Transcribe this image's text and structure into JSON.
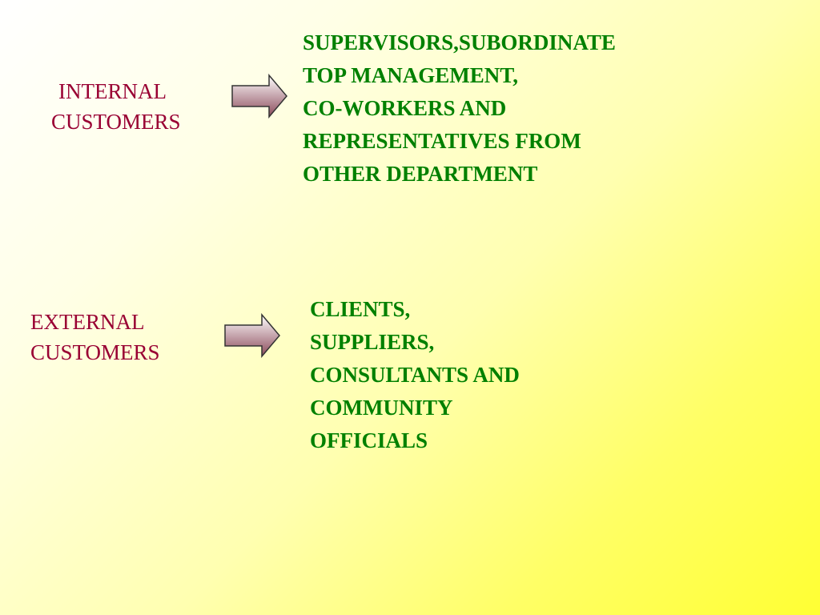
{
  "colors": {
    "label_color": "#990033",
    "list_color": "#008000",
    "arrow_fill_light": "#ffffff",
    "arrow_fill_dark": "#8b4a5a",
    "arrow_stroke": "#333333"
  },
  "internal": {
    "label_line1": "INTERNAL",
    "label_line2": "CUSTOMERS",
    "arrow_icon": "right-block-arrow",
    "items": [
      "SUPERVISORS,SUBORDINATE",
      "TOP MANAGEMENT,",
      "CO-WORKERS AND",
      "REPRESENTATIVES FROM",
      "OTHER DEPARTMENT"
    ]
  },
  "external": {
    "label_line1": "EXTERNAL",
    "label_line2": "CUSTOMERS",
    "arrow_icon": "right-block-arrow",
    "items": [
      "CLIENTS,",
      "SUPPLIERS,",
      "CONSULTANTS AND",
      "COMMUNITY",
      "OFFICIALS"
    ]
  }
}
